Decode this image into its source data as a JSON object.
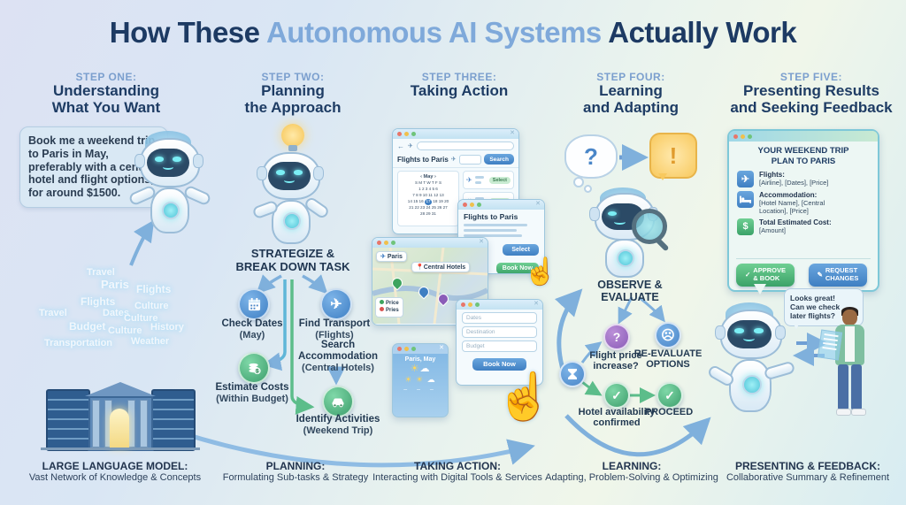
{
  "title": {
    "part1": "How These ",
    "part2": "Autonomous AI Systems",
    "part3": " Actually Work"
  },
  "icons": {
    "back": "←",
    "plane": "✈",
    "check": "✓",
    "pencil": "✎",
    "sun": "☀",
    "cloud": "☁",
    "pointer": "☝",
    "sad_face": "☹",
    "question": "?",
    "exclaim": "!",
    "prev": "‹",
    "next": "›",
    "dollar": "$",
    "bed": "🛏"
  },
  "steps": [
    {
      "label": "STEP ONE:",
      "line1": "Understanding",
      "line2": "What You Want",
      "caption": "LARGE LANGUAGE MODEL:",
      "caption_sub": "Vast Network of Knowledge & Concepts"
    },
    {
      "label": "STEP TWO:",
      "line1": "Planning",
      "line2": "the Approach",
      "caption": "PLANNING:",
      "caption_sub": "Formulating Sub-tasks & Strategy"
    },
    {
      "label": "STEP THREE:",
      "line1": "Taking Action",
      "line2": "",
      "caption": "TAKING ACTION:",
      "caption_sub": "Interacting with Digital Tools & Services"
    },
    {
      "label": "STEP FOUR:",
      "line1": "Learning",
      "line2": "and Adapting",
      "caption": "LEARNING:",
      "caption_sub": "Adapting, Problem-Solving & Optimizing"
    },
    {
      "label": "STEP FIVE:",
      "line1": "Presenting Results",
      "line2": "and Seeking Feedback",
      "caption": "PRESENTING & FEEDBACK:",
      "caption_sub": "Collaborative Summary & Refinement"
    }
  ],
  "step1": {
    "bubble": "Book me a weekend trip to Paris in May, preferably with a central hotel and flight options, for around $1500.",
    "words": [
      "Travel",
      "Paris",
      "Flights",
      "Flights",
      "Travel",
      "Dates",
      "Culture",
      "Budget",
      "Culture",
      "Culture",
      "History",
      "Transportation",
      "Weather"
    ]
  },
  "step2": {
    "strategize1": "STRATEGIZE &",
    "strategize2": "BREAK DOWN TASK",
    "tasks": {
      "dates": {
        "title": "Check Dates",
        "sub": "(May)"
      },
      "transport": {
        "title": "Find Transport",
        "sub": "(Flights)"
      },
      "costs": {
        "title": "Estimate Costs",
        "sub": "(Within Budget)"
      },
      "accommodation": {
        "line1": "Search",
        "line2": "Accommodation",
        "line3": "(Central Hotels)"
      },
      "activities": {
        "title": "Identify Activities",
        "sub": "(Weekend Trip)"
      }
    }
  },
  "step3": {
    "window1": {
      "title": "Flights to Paris",
      "search": "Search",
      "select": "Select",
      "month": "May",
      "dow": "S M T W T F S",
      "r1": "1 2 3 4 5 6",
      "r2": "7 8 9 10 11 12 13",
      "r3a": "14 15 16",
      "day": "17",
      "r3b": "18 19 20",
      "r4": "21 22 23 24 25 26 27",
      "r5": "28 29 31"
    },
    "window2": {
      "title": "Flights to Paris",
      "select": "Select",
      "book": "Book Now"
    },
    "map": {
      "chip": "Paris",
      "hotels": "Central Hotels",
      "legend1": "Price",
      "legend2": "Pries"
    },
    "form": {
      "f1": "Dates",
      "f2": "Destination",
      "f3": "Budget",
      "book": "Book Now"
    },
    "weather": {
      "title": "Paris, May"
    }
  },
  "step4": {
    "observe1": "OBSERVE &",
    "observe2": "EVALUATE",
    "flight_price1": "Flight price",
    "flight_price2": "increase?",
    "reevaluate1": "RE-EVALUATE",
    "reevaluate2": "OPTIONS",
    "hotel1": "Hotel availability",
    "hotel2": "confirmed",
    "proceed": "PROCEED"
  },
  "step5": {
    "card_title1": "YOUR WEEKEND TRIP",
    "card_title2": "PLAN TO PARIS",
    "rows": [
      {
        "label": "Flights:",
        "value": "[Airline], [Dates], [Price]"
      },
      {
        "label": "Accommodation:",
        "value": "[Hotel Name], [Central Location], [Price]"
      },
      {
        "label": "Total Estimated Cost:",
        "value": "[Amount]"
      }
    ],
    "approve1": "APPROVE",
    "approve2": "& BOOK",
    "request1": "REQUEST",
    "request2": "CHANGES",
    "bubble1": "Looks great!",
    "bubble2": "Can we check",
    "bubble3": "later flights?"
  },
  "colors": {
    "accent_blue": "#4a90d9",
    "accent_green": "#46b06a",
    "navy": "#1d3a63",
    "light_blue": "#7fa9da",
    "yellow": "#f6c453"
  }
}
